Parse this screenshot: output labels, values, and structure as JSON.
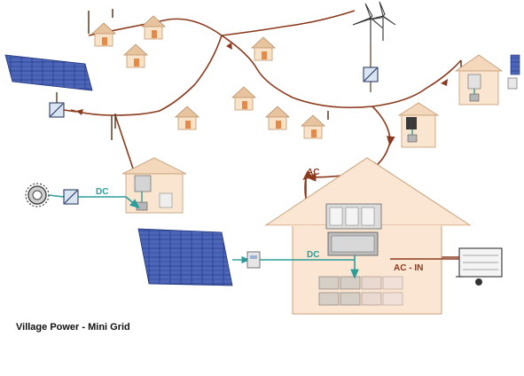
{
  "caption": "Village Power - Mini Grid",
  "labels": {
    "dc_left": "DC",
    "dc_center": "DC",
    "ac": "AC",
    "ac_in": "AC - IN"
  },
  "colors": {
    "ac_line": "#8b3a1e",
    "dc_line": "#2a9d9a",
    "house_wall": "#f6d7b4",
    "big_house_fill": "#fbe6d3",
    "roof": "#c9a078",
    "panel": "#3a4f9c",
    "pole": "#5a3a22"
  },
  "icons": {
    "wind_turbine": "wind-turbine-icon",
    "hydro_turbine": "hydro-turbine-icon",
    "generator": "generator-icon",
    "inverter": "inverter-icon",
    "battery_bank": "battery-bank-icon"
  }
}
